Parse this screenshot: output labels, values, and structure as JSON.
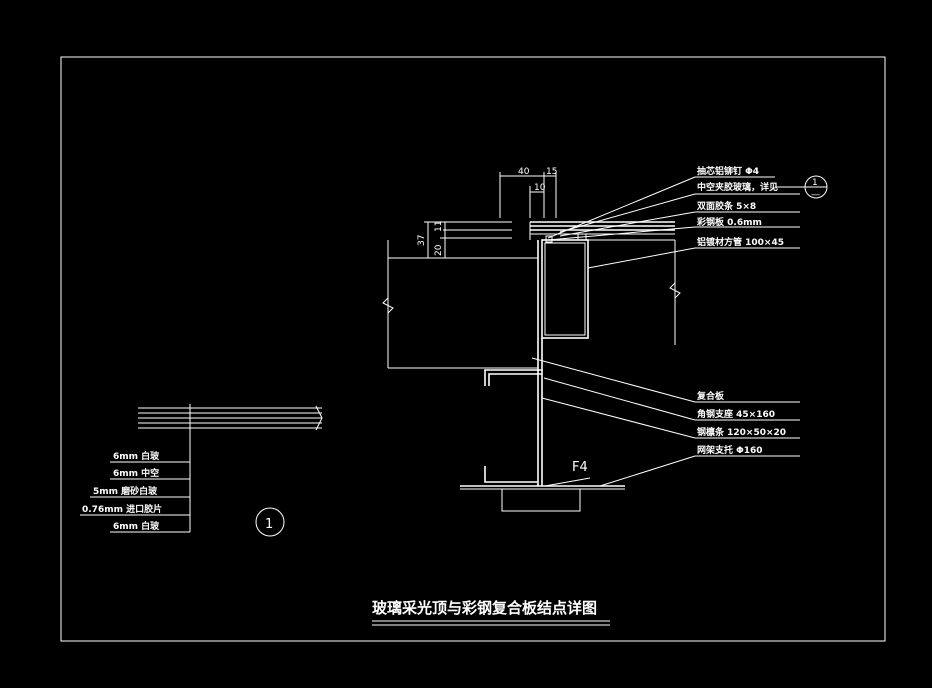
{
  "title": "玻璃采光顶与彩钢复合板结点详图",
  "callout_right": {
    "labels": [
      "抽芯铝铆钉 Φ4",
      "中空夹胶玻璃，详见",
      "双面胶条 5×8",
      "彩钢板 0.6mm",
      "铝镀材方管 100×45",
      "复合板",
      "角钢支座 45×160",
      "钢檩条 120×50×20",
      "网架支托 Φ160"
    ],
    "detail_ref_top": "1",
    "detail_ref_bottom": "—"
  },
  "callout_left": {
    "labels": [
      "6mm 白玻",
      "6mm 中空",
      "5mm 磨砂白玻",
      "0.76mm 进口胶片",
      "6mm 白玻"
    ]
  },
  "detail_marker": "1",
  "node_label": "F4",
  "dims": {
    "d40": "40",
    "d15": "15",
    "d10": "10",
    "d37": "37",
    "d20": "20",
    "d11": "11"
  },
  "colors": {
    "background": "#000000",
    "line": "#ffffff"
  }
}
